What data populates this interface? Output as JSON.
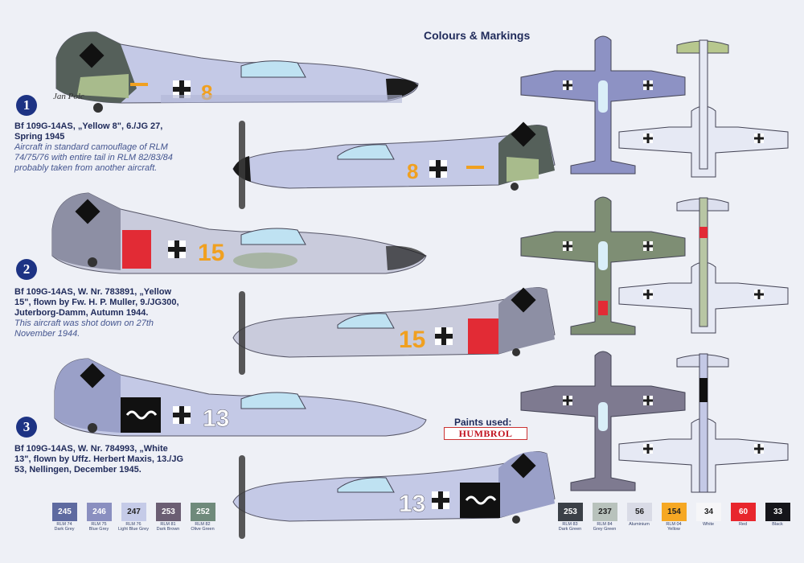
{
  "header": {
    "title": "Colours & Markings",
    "signature": "Jan Polc"
  },
  "profiles": [
    {
      "number": "1",
      "heading": "Bf 109G-14AS, „Yellow 8\", 6./JG 27, Spring 1945",
      "note": "Aircraft in standard camouflage of RLM 74/75/76 with entire tail in RLM 82/83/84 probably taken from another aircraft.",
      "code": "8",
      "code_color": "#f0a020"
    },
    {
      "number": "2",
      "heading": "Bf 109G-14AS, W. Nr. 783891, „Yellow 15\", flown by Fw. H. P. Muller, 9./JG300, Juterborg-Damm, Autumn 1944.",
      "note": "This aircraft was shot down on 27th November 1944.",
      "code": "15",
      "code_color": "#f0a020"
    },
    {
      "number": "3",
      "heading": "Bf 109G-14AS, W. Nr. 784993, „White 13\", flown by Uffz. Herbert Maxis, 13./JG 53, Nellingen, December 1945.",
      "note": "",
      "code": "13",
      "code_color": "#ffffff"
    }
  ],
  "paints": {
    "label": "Paints used:",
    "brand": "HUMBROL",
    "left": [
      {
        "code": "245",
        "name": "RLM 74",
        "desc": "Dark Grey",
        "color": "#5e6aa0"
      },
      {
        "code": "246",
        "name": "RLM 75",
        "desc": "Blue Grey",
        "color": "#8a8fc0"
      },
      {
        "code": "247",
        "name": "RLM 76",
        "desc": "Light Blue Grey",
        "color": "#c5cbe8"
      },
      {
        "code": "253",
        "name": "RLM 81",
        "desc": "Dark Brown",
        "color": "#6b5e73"
      },
      {
        "code": "252",
        "name": "RLM 82",
        "desc": "Olive Green",
        "color": "#6f8a7b"
      }
    ],
    "right": [
      {
        "code": "253",
        "name": "RLM 83",
        "desc": "Dark Green",
        "color": "#3b4047"
      },
      {
        "code": "237",
        "name": "RLM 84",
        "desc": "Grey Green",
        "color": "#b8c2bc"
      },
      {
        "code": "56",
        "name": "Aluminium",
        "desc": "",
        "color": "#d9dbe6"
      },
      {
        "code": "154",
        "name": "RLM 04",
        "desc": "Yellow",
        "color": "#f6a824"
      },
      {
        "code": "34",
        "name": "White",
        "desc": "",
        "color": "#f6f6f8"
      },
      {
        "code": "60",
        "name": "Red",
        "desc": "",
        "color": "#e8262d"
      },
      {
        "code": "33",
        "name": "Black",
        "desc": "",
        "color": "#15151a"
      }
    ]
  }
}
